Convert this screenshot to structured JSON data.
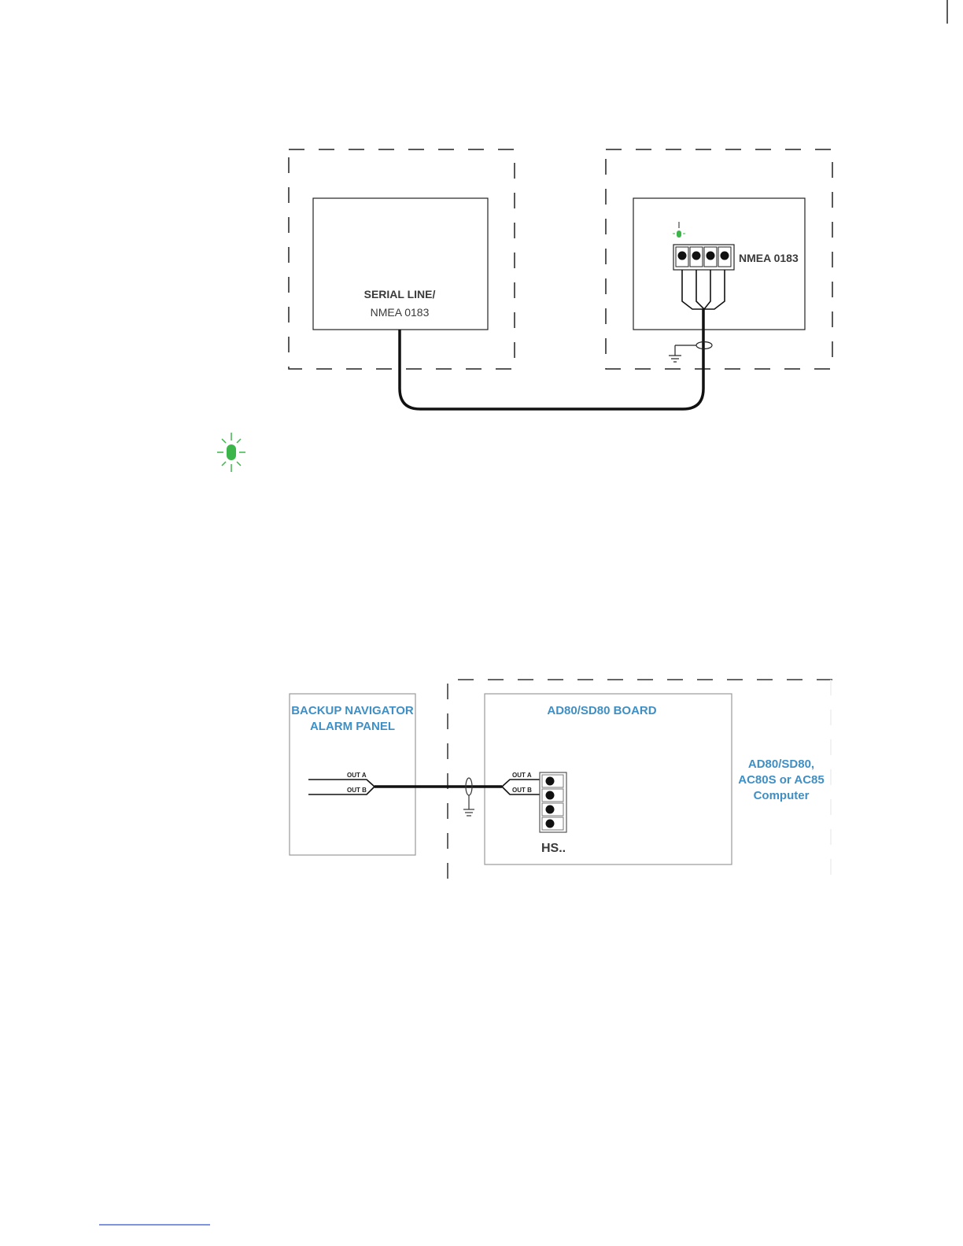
{
  "diagram1": {
    "left_box_label_line1": "SERIAL LINE/",
    "left_box_label_line2": "NMEA 0183",
    "connector_label": "NMEA 0183",
    "led_color": "#3cb54a"
  },
  "diagram2": {
    "panel_title_line1": "BACKUP NAVIGATOR",
    "panel_title_line2": "ALARM PANEL",
    "panel_out_a": "OUT A",
    "panel_out_b": "OUT B",
    "board_title": "AD80/SD80 BOARD",
    "board_out_a": "OUT A",
    "board_out_b": "OUT B",
    "connector_label": "HS..",
    "computer_line1": "AD80/SD80,",
    "computer_line2": "AC80S or AC85",
    "computer_line3": "Computer",
    "accent_color": "#3f8fc4"
  }
}
